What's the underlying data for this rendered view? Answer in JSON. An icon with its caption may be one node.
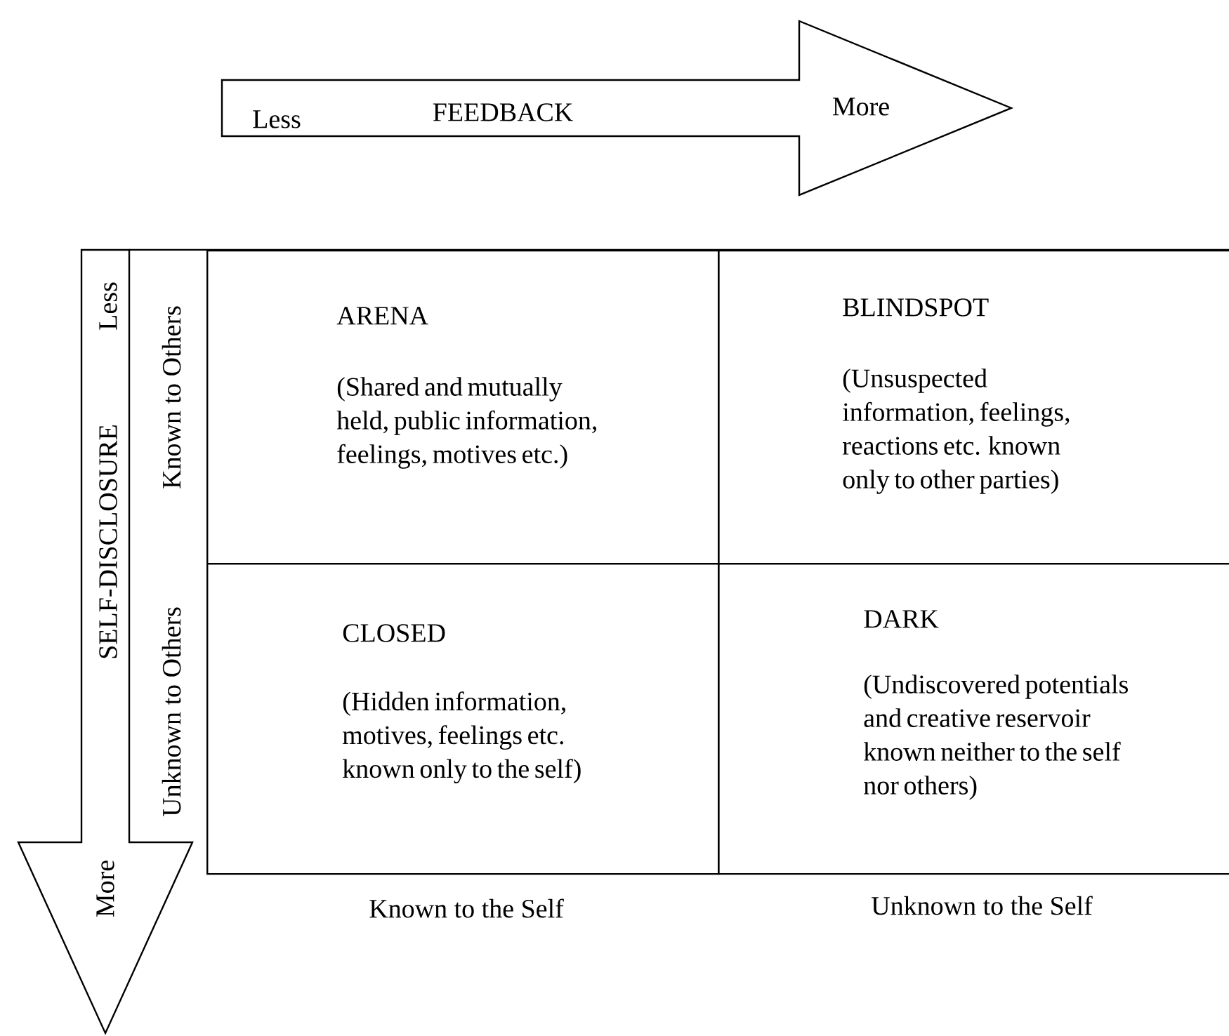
{
  "diagram": {
    "nodes": [
      {
        "text": [
          "Less",
          "FEEDBACK",
          "More"
        ]
      },
      {
        "text": [
          "Less",
          "SELF-DISCLOSURE",
          "More"
        ]
      },
      {
        "text": [
          "ARENA",
          "(Shared and mutually held, public information, feelings, motives etc.)"
        ]
      },
      {
        "text": [
          "BLINDSPOT",
          "(Unsuspected information, feelings, reactions etc. known only to other parties)"
        ]
      },
      {
        "text": [
          "CLOSED",
          "(Hidden information, motives, feelings etc. known only to the self)"
        ]
      },
      {
        "text": [
          "DARK",
          "(Undiscovered potentials and creative reservoir known neither to the self nor others)"
        ]
      }
    ],
    "labels": [
      "Known to Others",
      "Unknown to Others",
      "Known to the Self",
      "Unknown to the Self"
    ]
  }
}
